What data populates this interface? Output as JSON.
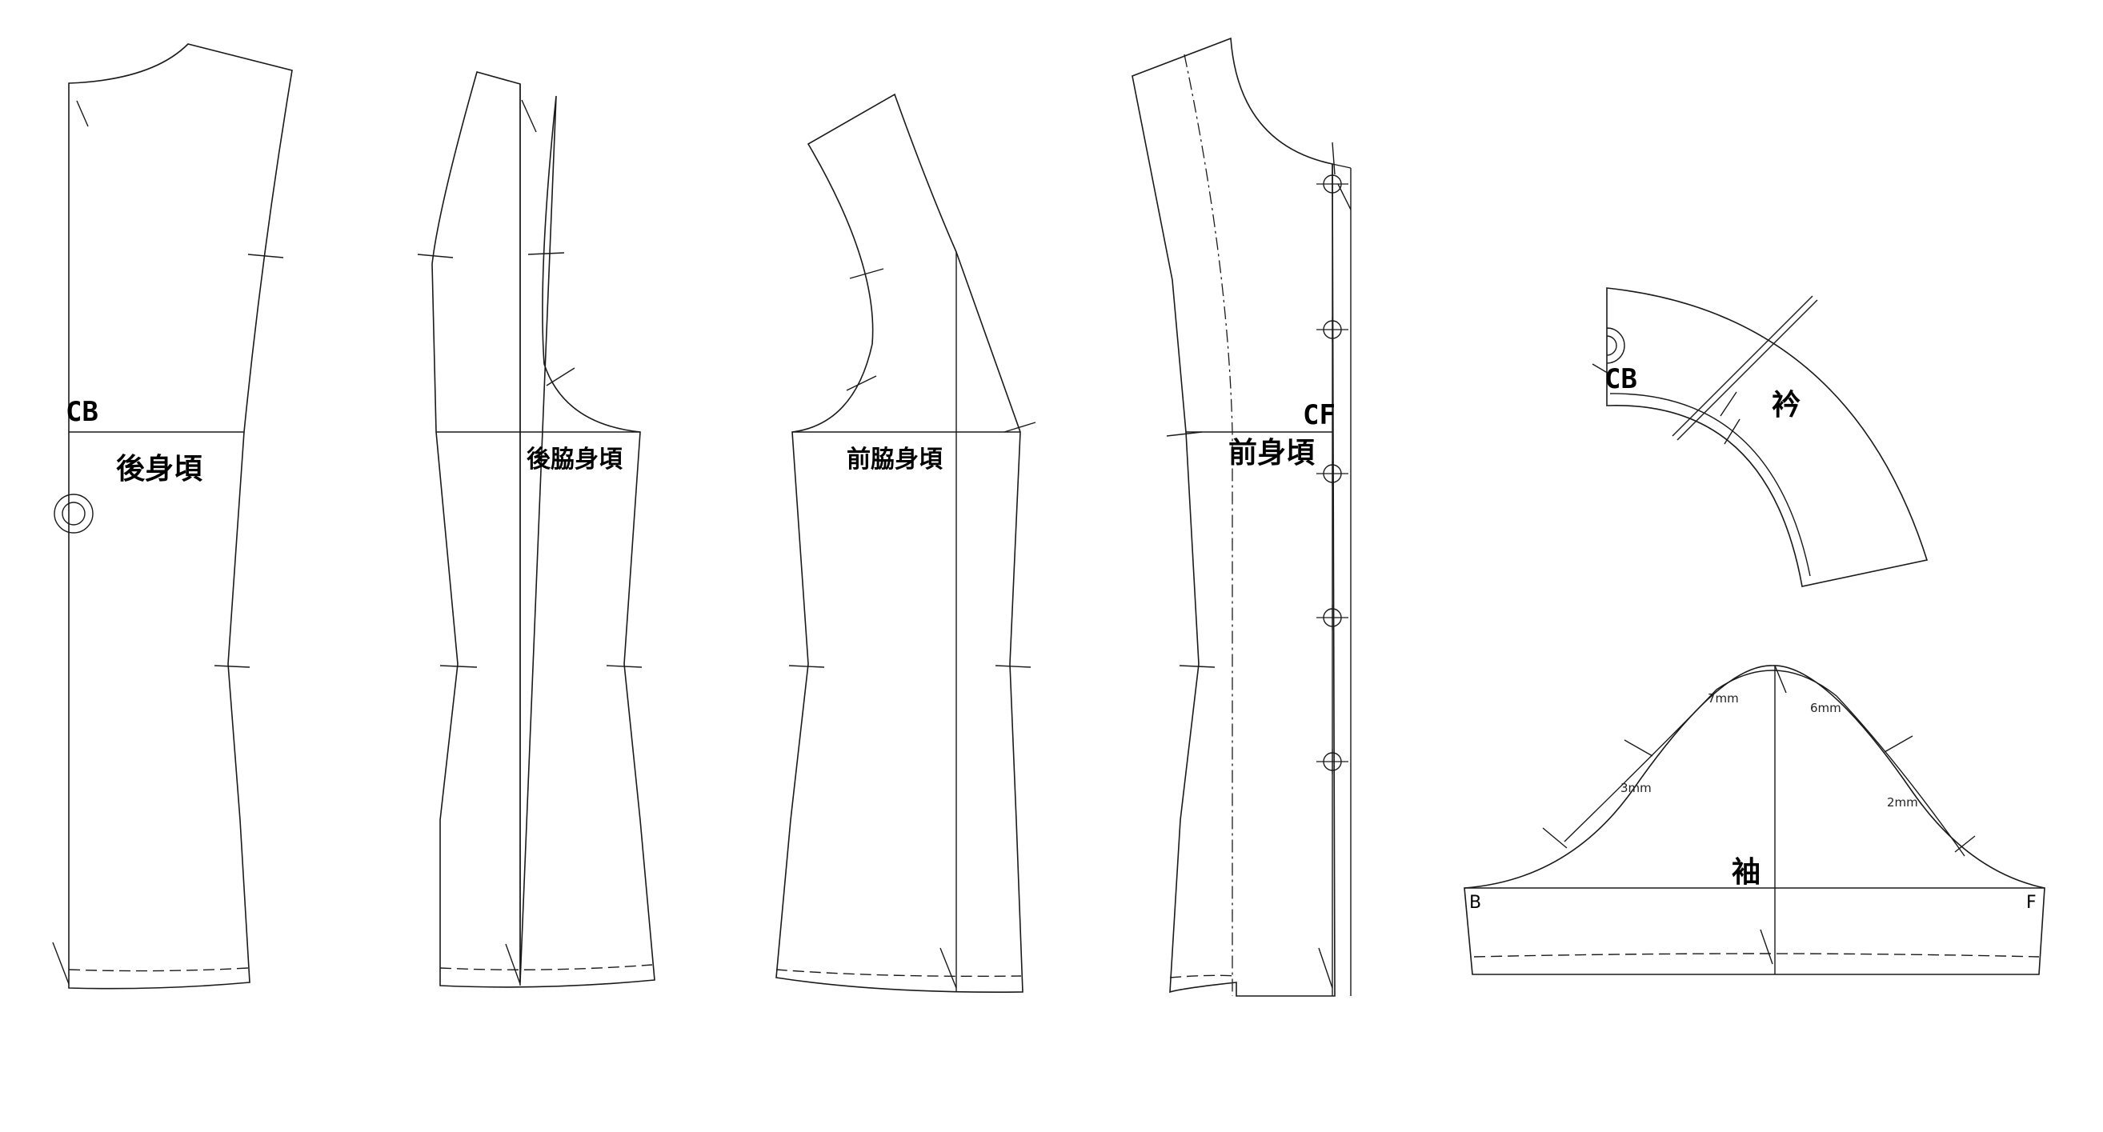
{
  "pieces": {
    "back_bodice": {
      "label": "後身頃",
      "center_mark": "CB"
    },
    "back_side": {
      "label": "後脇身頃"
    },
    "front_side": {
      "label": "前脇身頃"
    },
    "front_bodice": {
      "label": "前身頃",
      "center_mark": "CF"
    },
    "collar": {
      "label": "衿",
      "center_mark": "CB"
    },
    "sleeve": {
      "label": "袖",
      "back_mark": "B",
      "front_mark": "F",
      "ease": [
        "7mm",
        "6mm",
        "3mm",
        "2mm"
      ]
    }
  },
  "button_count": 5,
  "colors": {
    "line": "#1a1a1a",
    "background": "#ffffff"
  }
}
